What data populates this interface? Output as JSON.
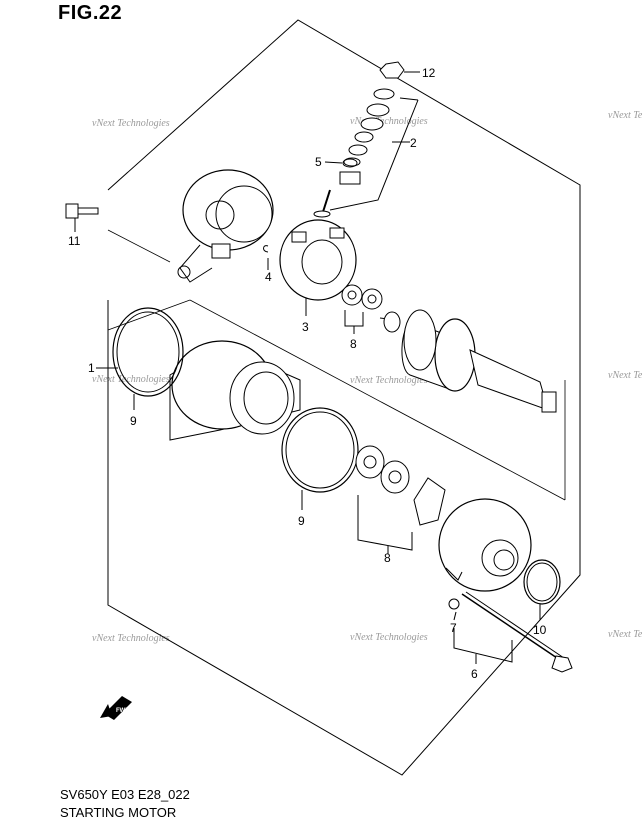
{
  "figure": {
    "title": "FIG.22",
    "model_code": "SV650Y E03 E28_022",
    "section_name": "STARTING MOTOR"
  },
  "callouts": {
    "c1": "1",
    "c2": "2",
    "c3": "3",
    "c4": "4",
    "c5": "5",
    "c6": "6",
    "c7": "7",
    "c8a": "8",
    "c8b": "8",
    "c9a": "9",
    "c9b": "9",
    "c10": "10",
    "c11": "11",
    "c12": "12"
  },
  "direction_label": "FWD",
  "watermark": {
    "text": "vNext Technologies"
  }
}
